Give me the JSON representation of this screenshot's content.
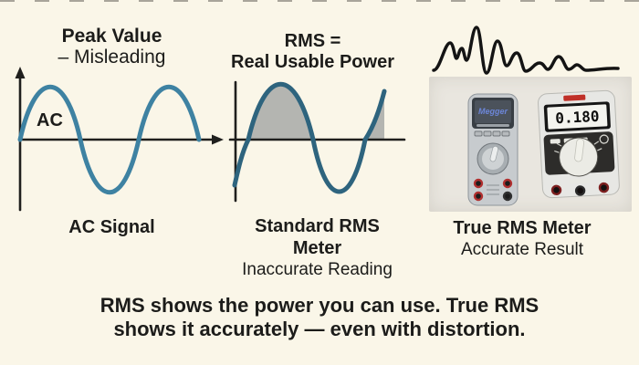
{
  "slide": {
    "footer": {
      "line1": "RMS shows the power you can use. True RMS",
      "line2": "shows it accurately — even with distortion."
    }
  },
  "left_panel": {
    "title_line1": "Peak Value",
    "title_line2": "– Misleading",
    "ac_label": "AC",
    "caption": "AC Signal"
  },
  "middle_panel": {
    "title_line1": "RMS =",
    "title_line2": "Real Usable Power",
    "caption_line1": "Standard RMS",
    "caption_line2": "Meter",
    "caption_line3": "Inaccurate Reading"
  },
  "right_panel": {
    "caption_line1": "True RMS Meter",
    "caption_line2": "Accurate Result",
    "megger_meter": {
      "brand": "Megger"
    },
    "true_rms_meter": {
      "display_value": "0.180"
    }
  },
  "colors": {
    "slide_bg": "#FAF6E8",
    "ink": "#1C1C1A",
    "wave_blue": "#3E82A2",
    "wave_blue_dark": "#2E647E",
    "shade_gray": "#B4B5B1",
    "axis_black": "#1F1F1D",
    "distorted_wave": "#141414",
    "photo_bg": "#E9E6DF",
    "megger_blue": "#6C86D8",
    "brand_red": "#C03028"
  }
}
